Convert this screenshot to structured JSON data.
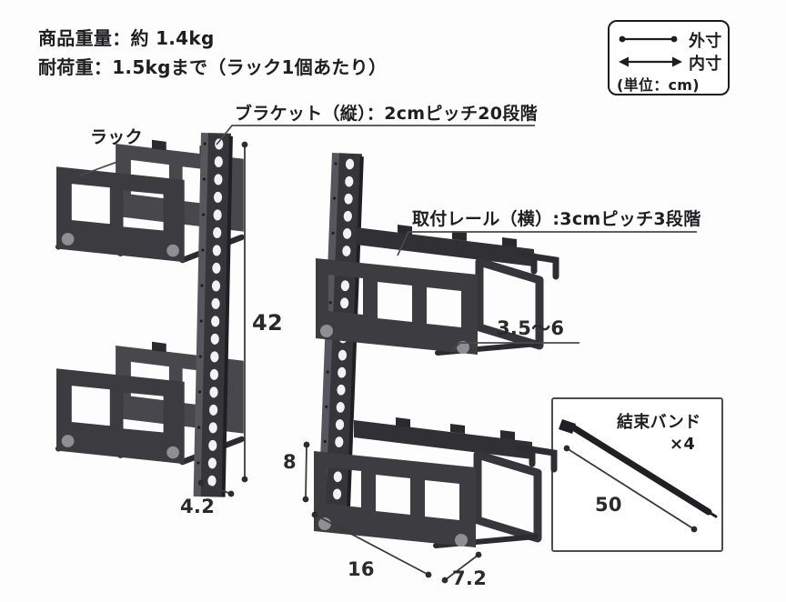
{
  "specs": {
    "weight": "商品重量：約 1.4kg",
    "load": "耐荷重：1.5kgまで（ラック1個あたり）"
  },
  "legend": {
    "outer_label": "外寸",
    "inner_label": "内寸",
    "unit_label": "(単位：cm)"
  },
  "labels": {
    "rack": "ラック",
    "bracket": "ブラケット（縦）：2cmピッチ20段階",
    "rail": "取付レール（横）:3cmピッチ3段階",
    "hook_range": "3.5～6"
  },
  "dimensions": {
    "bracket_height_cm": "42",
    "bracket_depth_cm": "4.2",
    "rack_height_cm": "8",
    "rack_width_cm": "16",
    "rack_depth_cm": "7.2",
    "tie_length_cm": "50"
  },
  "accessory": {
    "name": "結束バンド",
    "count": "×4"
  },
  "colors": {
    "metal_dark": "#323236",
    "metal_mid": "#3d3d41",
    "metal_light": "#47474c",
    "flange": "#56565c",
    "line": "#3a3a3a",
    "text": "#1e1e20",
    "pad": "#8f8f93"
  }
}
